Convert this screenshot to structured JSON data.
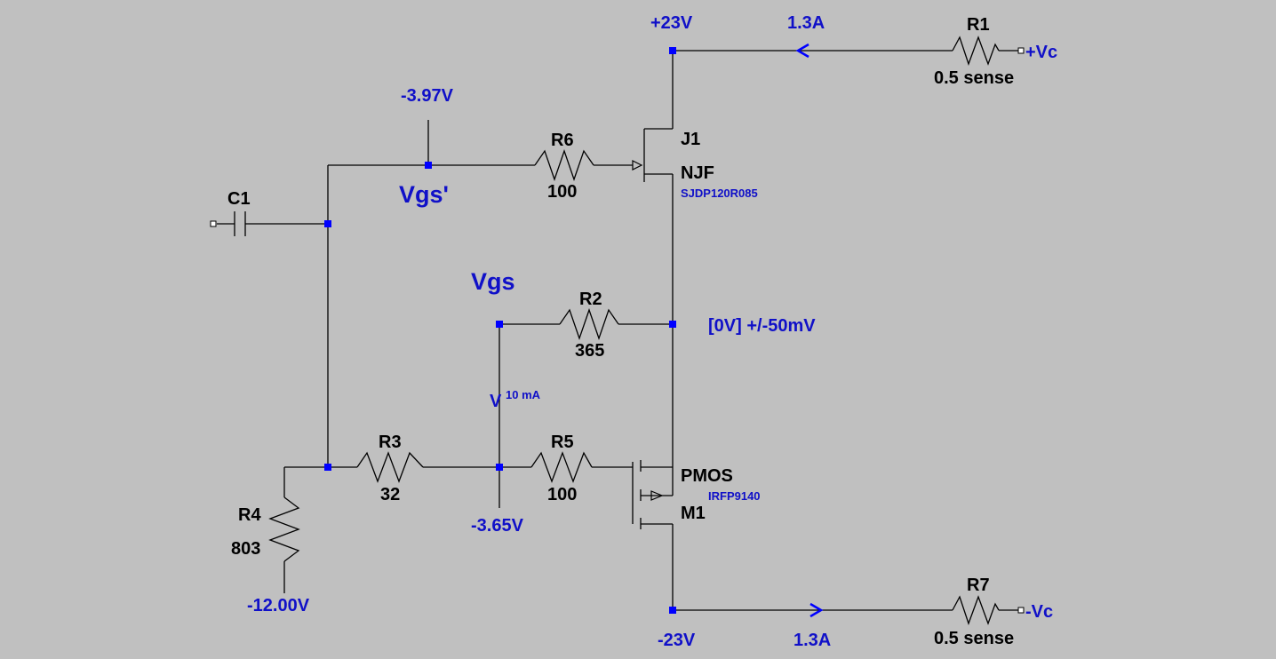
{
  "components": {
    "R1": {
      "name": "R1",
      "value": "0.5 sense"
    },
    "R6": {
      "name": "R6",
      "value": "100"
    },
    "R2": {
      "name": "R2",
      "value": "365"
    },
    "R3": {
      "name": "R3",
      "value": "32"
    },
    "R5": {
      "name": "R5",
      "value": "100"
    },
    "R4": {
      "name": "R4",
      "value": "803"
    },
    "R7": {
      "name": "R7",
      "value": "0.5 sense"
    },
    "C1": {
      "name": "C1"
    },
    "J1": {
      "name": "J1",
      "type": "NJF",
      "model": "SJDP120R085"
    },
    "M1": {
      "name": "M1",
      "type": "PMOS",
      "model": "IRFP9140"
    }
  },
  "labels": {
    "vplus": "+23V",
    "current_top": "1.3A",
    "port_top": "+Vc",
    "v_gate_j": "-3.97V",
    "vgs_prime": "Vgs'",
    "vgs": "Vgs",
    "zero_v": "[0V] +/-50mV",
    "current_mid_v": "V",
    "current_mid_label": "10 mA",
    "v_mid": "-3.65V",
    "v_bottom_r4": "-12.00V",
    "vminus": "-23V",
    "current_bottom": "1.3A",
    "port_bottom": "-Vc"
  }
}
